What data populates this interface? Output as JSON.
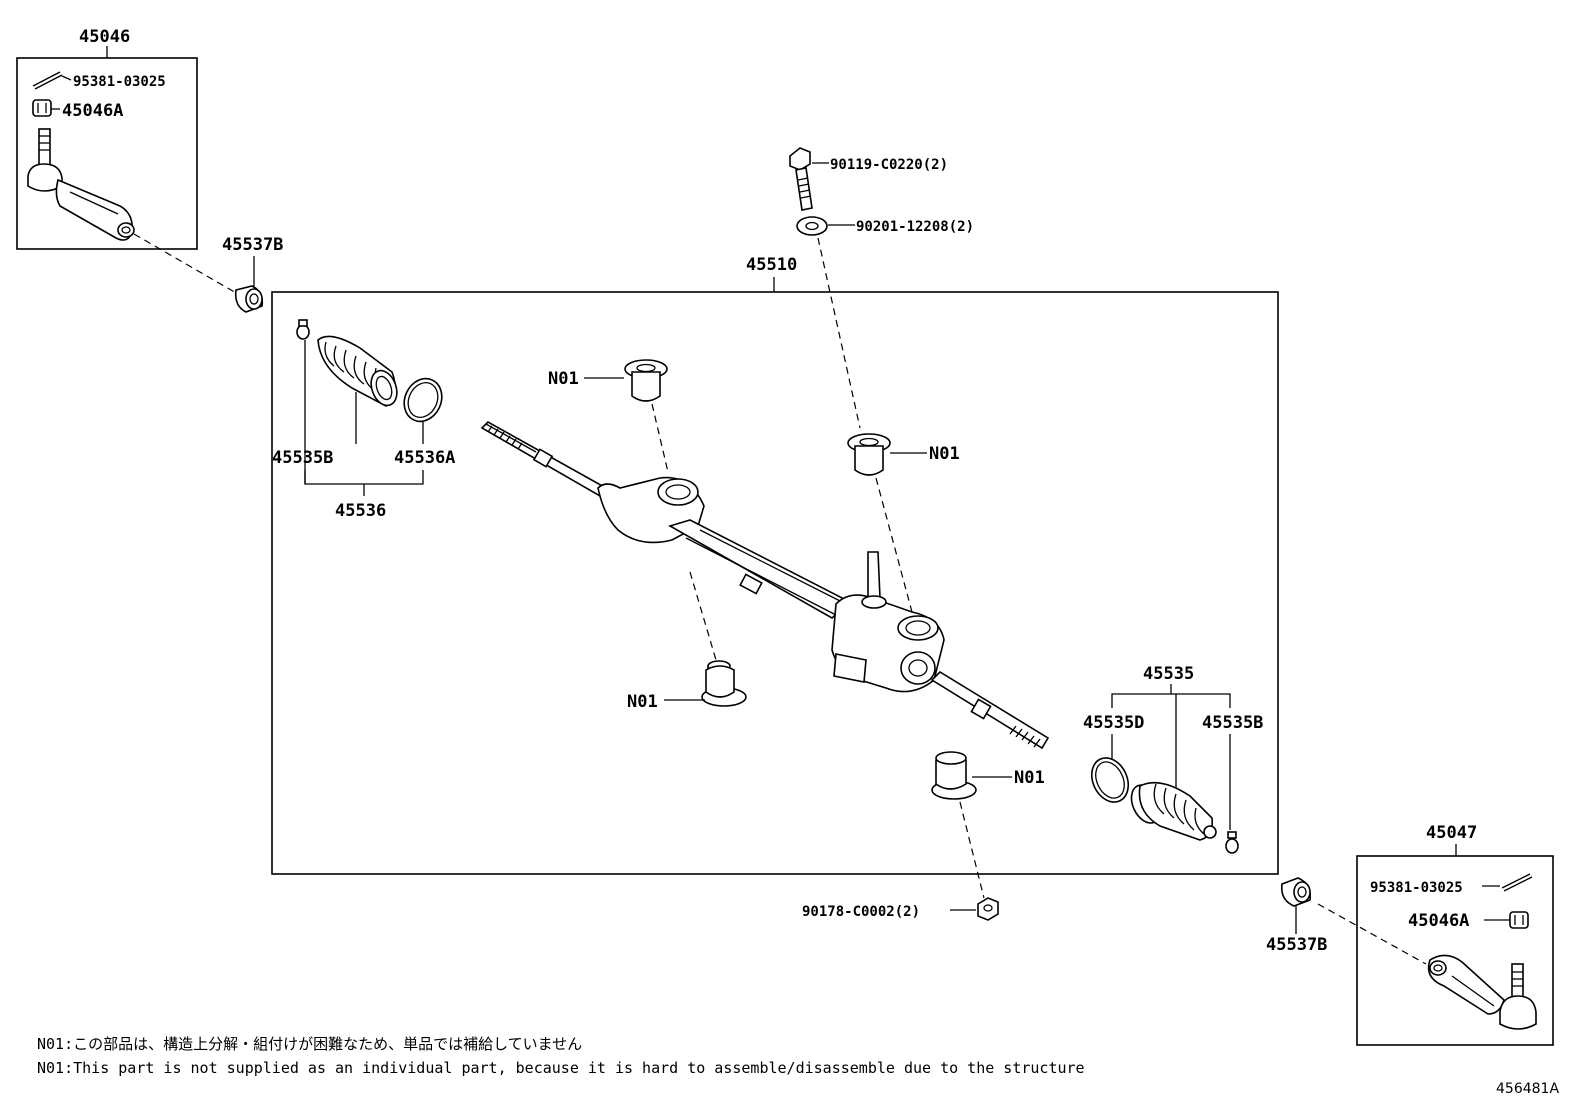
{
  "labels": {
    "l45046": "45046",
    "l95381_top": "95381-03025",
    "l45046A_top": "45046A",
    "l45537B_top": "45537B",
    "l90119": "90119-C0220(2)",
    "l90201": "90201-12208(2)",
    "l45510": "45510",
    "l45535B_left": "45535B",
    "l45536A": "45536A",
    "l45536": "45536",
    "lN01_a": "N01",
    "lN01_b": "N01",
    "lN01_c": "N01",
    "lN01_d": "N01",
    "l45535": "45535",
    "l45535D": "45535D",
    "l45535B_right": "45535B",
    "l90178": "90178-C0002(2)",
    "l45047": "45047",
    "l95381_bot": "95381-03025",
    "l45046A_bot": "45046A",
    "l45537B_bot": "45537B"
  },
  "notes": {
    "jp": "N01:この部品は、構造上分解・組付けが困難なため、単品では補給していません",
    "en": "N01:This part is not supplied as an individual part, because it is hard to assemble/disassemble due to the structure"
  },
  "diagram_code": "456481A"
}
